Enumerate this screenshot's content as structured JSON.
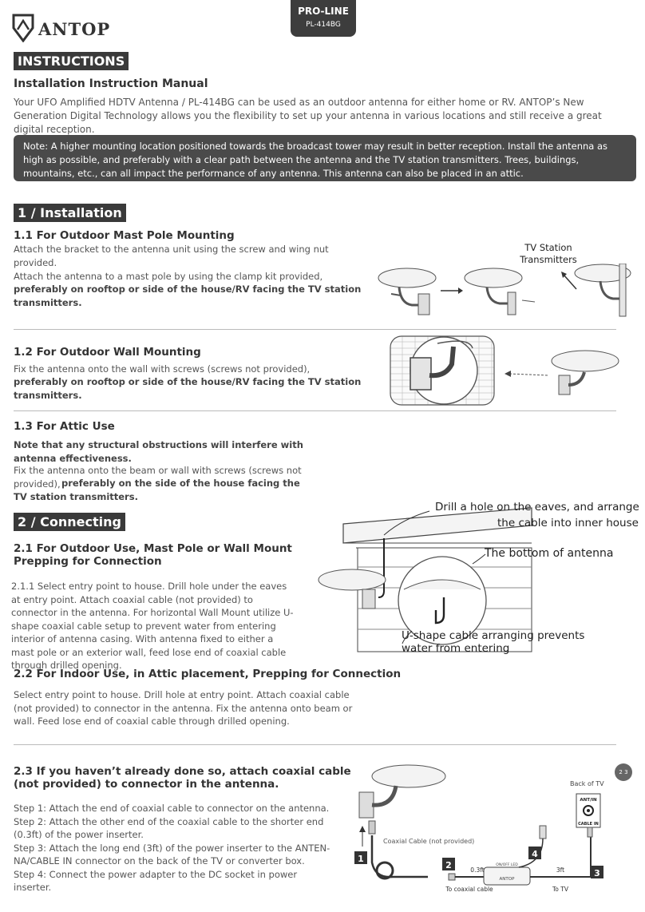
{
  "header": {
    "brand": "ANTOP",
    "series": "PRO-LINE",
    "model": "PL-414BG"
  },
  "instructions_tag": "INSTRUCTIONS",
  "manual_title": "Installation Instruction Manual",
  "intro": "Your UFO Amplified HDTV Antenna / PL-414BG can be used as an outdoor antenna for either home or RV. ANTOP’s New Generation Digital Technology allows you the flexibility to set up your antenna in various locations and still receive a great digital reception.",
  "note": "Note: A higher mounting location positioned towards the broadcast tower may result in better reception. Install the antenna as high as possible, and preferably with a clear path between the antenna and the TV station transmitters. Trees, buildings, mountains, etc., can all impact the performance of any antenna. This antenna can also be placed in an attic.",
  "section1": {
    "tag": "1 / Installation",
    "s11_title": "1.1   For Outdoor Mast Pole Mounting",
    "s11_p1": "Attach the bracket to the antenna unit using the screw and wing nut provided.",
    "s11_p2": "Attach the antenna to a mast pole by using the clamp kit provided,",
    "s11_p2b": "preferably on rooftop or side of the house/RV facing the TV station transmitters.",
    "tv_station_label": "TV Station Transmitters",
    "s12_title": "1.2  For Outdoor Wall Mounting",
    "s12_p1": "Fix the antenna onto the wall with screws (screws not provided),",
    "s12_p1b": "preferably on rooftop or side of the house/RV facing the TV station transmitters.",
    "s13_title": "1.3 For Attic Use",
    "s13_p1b": "Note that any structural obstructions will interfere with antenna effectiveness.",
    "s13_p2": "Fix the antenna onto the beam or wall with screws (screws not provided),",
    "s13_p2b": "preferably on the side of the house facing the TV station transmitters."
  },
  "section2": {
    "tag": "2 / Connecting",
    "s21_title_1": "2.1  For Outdoor Use, Mast Pole or Wall Mount",
    "s21_title_2": "Prepping for Connection",
    "s21_p": "2.1.1 Select entry point to house. Drill hole under the eaves at entry point. Attach coaxial cable (not provided) to connector in the antenna. For horizontal Wall Mount utilize U-shape coaxial cable setup to prevent water from entering interior of antenna casing. With antenna fixed to either a mast pole or an exterior wall, feed lose end of coaxial cable through drilled opening.",
    "callout_drill_1": "Drill a hole on the eaves, and arrange",
    "callout_drill_2": "the cable into inner house",
    "callout_bottom": "The bottom of antenna",
    "callout_ushape_1": "U-shape cable arranging prevents",
    "callout_ushape_2": "water from entering",
    "s22_title": "2.2  For Indoor Use, in Attic placement, Prepping for Connection",
    "s22_p": "Select entry point to house. Drill hole at entry point. Attach coaxial cable (not provided) to connector in the antenna. Fix the antenna onto beam or wall. Feed lose end of coaxial cable through drilled opening.",
    "s23_title_1": "2.3 If you haven’t already done so, attach coaxial cable",
    "s23_title_2": "(not provided) to connector in the antenna.",
    "steps": [
      "Step 1: Attach the end of coaxial cable to connector on the antenna.",
      "Step 2: Attach the other end of the coaxial cable to the shorter end (0.3ft) of the power inserter.",
      "Step 3: Attach the long end (3ft) of the power inserter to the ANTEN-NA/CABLE IN connector on the back of the TV or converter box.",
      "Step 4: Connect the power adapter to the DC socket in power inserter."
    ],
    "diagram": {
      "back_of_tv": "Back of TV",
      "ant_in": "ANT/IN",
      "cable_in": "CABLE IN",
      "coax_label": "Coaxial Cable (not provided)",
      "len_short": "0.3ft",
      "len_long": "3ft",
      "to_coax": "To coaxial cable",
      "to_tv": "To TV",
      "inserter_brand": "ANTOP",
      "inserter_labels": "ON/OFF   LED",
      "n1": "1",
      "n2": "2",
      "n3": "3",
      "n4": "4"
    }
  },
  "page_badge": "2 3"
}
